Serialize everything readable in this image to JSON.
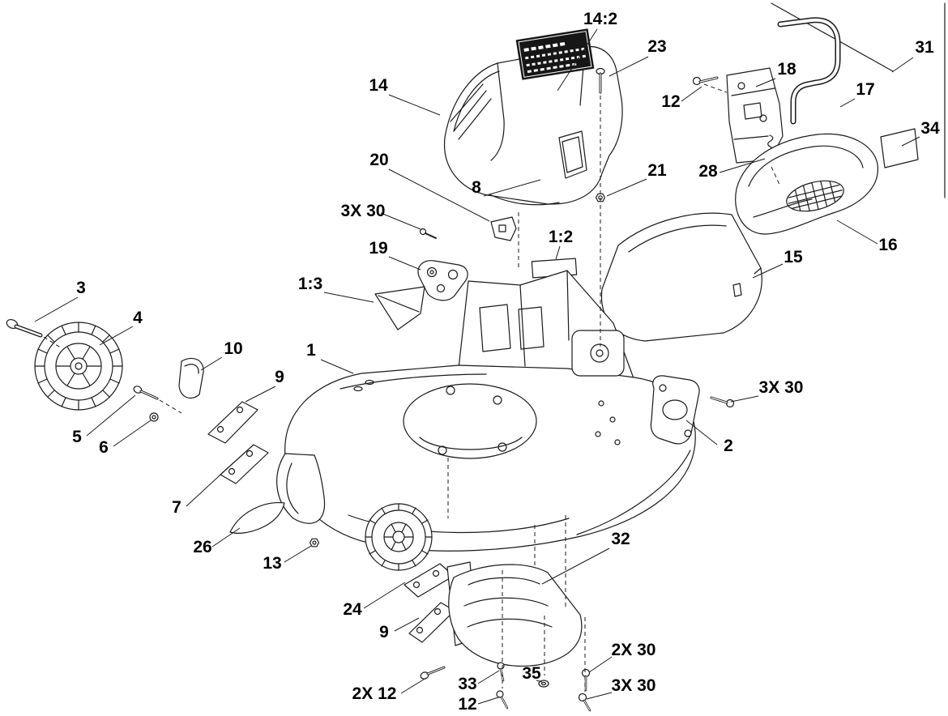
{
  "figure": {
    "background": "#ffffff",
    "line_color": "#1a1a1a",
    "decal_color": "#161616"
  },
  "callouts": [
    {
      "label": "14:2"
    },
    {
      "label": "23"
    },
    {
      "label": "31"
    },
    {
      "label": "14"
    },
    {
      "label": "12"
    },
    {
      "label": "18"
    },
    {
      "label": "17"
    },
    {
      "label": "34"
    },
    {
      "label": "20"
    },
    {
      "label": "8"
    },
    {
      "label": "21"
    },
    {
      "label": "28"
    },
    {
      "label": "3X 30"
    },
    {
      "label": "19"
    },
    {
      "label": "1:2"
    },
    {
      "label": "16"
    },
    {
      "label": "15"
    },
    {
      "label": "3"
    },
    {
      "label": "4"
    },
    {
      "label": "1:3"
    },
    {
      "label": "10"
    },
    {
      "label": "1"
    },
    {
      "label": "9"
    },
    {
      "label": "3X 30"
    },
    {
      "label": "5"
    },
    {
      "label": "6"
    },
    {
      "label": "2"
    },
    {
      "label": "7"
    },
    {
      "label": "26"
    },
    {
      "label": "13"
    },
    {
      "label": "32"
    },
    {
      "label": "24"
    },
    {
      "label": "9"
    },
    {
      "label": "2X 30"
    },
    {
      "label": "2X 12"
    },
    {
      "label": "33"
    },
    {
      "label": "35"
    },
    {
      "label": "12"
    },
    {
      "label": "3X 30"
    }
  ]
}
